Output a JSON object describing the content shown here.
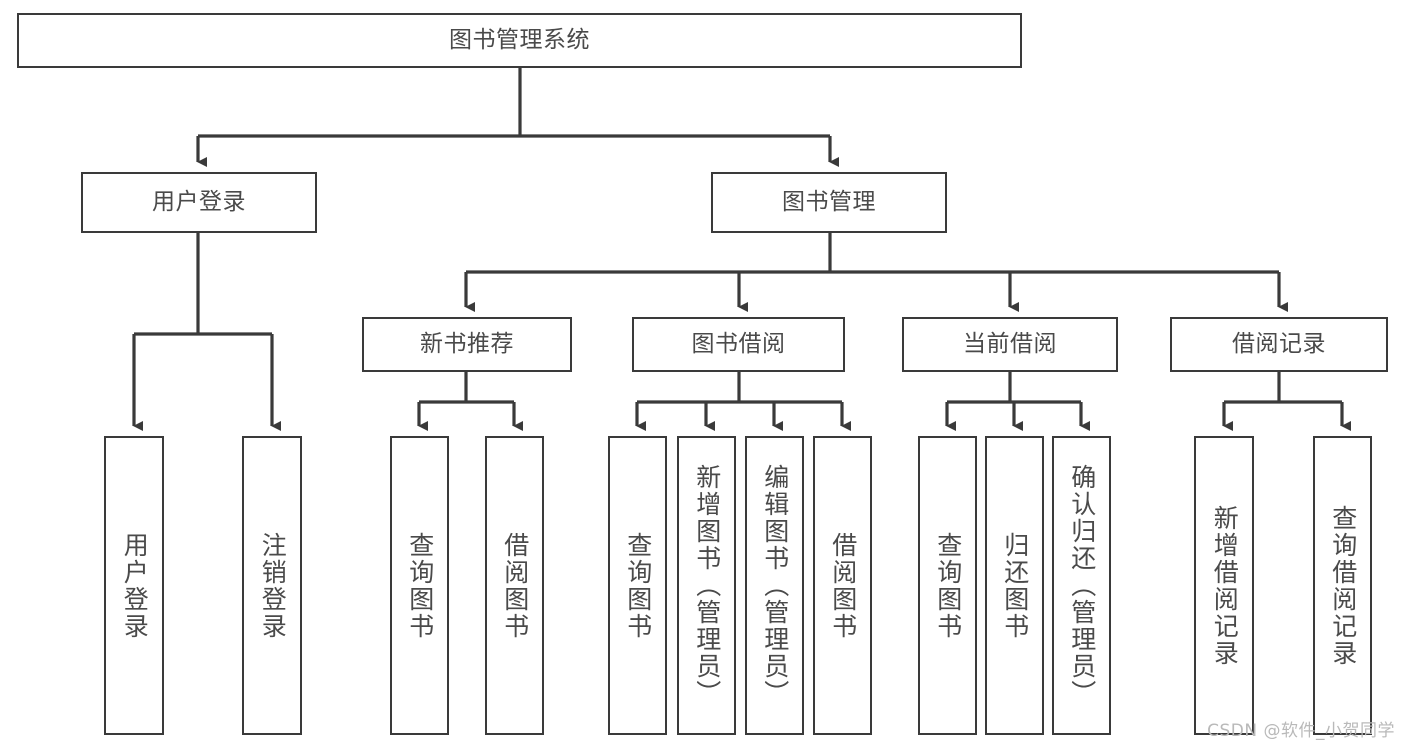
{
  "diagram": {
    "title": "图书管理系统",
    "type": "hierarchy-tree",
    "watermark": "CSDN @软件_小贺同学",
    "colors": {
      "box_border": "#3a3a3a",
      "box_fill": "#ffffff",
      "text": "#4a4a4a",
      "edge": "#3a3a3a",
      "watermark": "#b9b9b9",
      "background": "#ffffff"
    },
    "levels": {
      "root": {
        "label": "图书管理系统"
      },
      "level2": [
        {
          "id": "user-login",
          "label": "用户登录"
        },
        {
          "id": "book-manage",
          "label": "图书管理"
        }
      ],
      "level3": [
        {
          "id": "new-book-recommend",
          "label": "新书推荐",
          "parent": "book-manage"
        },
        {
          "id": "book-borrow",
          "label": "图书借阅",
          "parent": "book-manage"
        },
        {
          "id": "current-borrow",
          "label": "当前借阅",
          "parent": "book-manage"
        },
        {
          "id": "borrow-record",
          "label": "借阅记录",
          "parent": "book-manage"
        }
      ],
      "leaves": [
        {
          "id": "leaf-user-login",
          "label": "用户登录",
          "parent": "user-login"
        },
        {
          "id": "leaf-logout-login",
          "label": "注销登录",
          "parent": "user-login"
        },
        {
          "id": "leaf-query-book-1",
          "label": "查询图书",
          "parent": "new-book-recommend"
        },
        {
          "id": "leaf-borrow-book-1",
          "label": "借阅图书",
          "parent": "new-book-recommend"
        },
        {
          "id": "leaf-query-book-2",
          "label": "查询图书",
          "parent": "book-borrow"
        },
        {
          "id": "leaf-add-book",
          "label": "新增图书（管理员）",
          "parent": "book-borrow"
        },
        {
          "id": "leaf-edit-book",
          "label": "编辑图书（管理员）",
          "parent": "book-borrow"
        },
        {
          "id": "leaf-borrow-book-2",
          "label": "借阅图书",
          "parent": "book-borrow"
        },
        {
          "id": "leaf-query-book-3",
          "label": "查询图书",
          "parent": "current-borrow"
        },
        {
          "id": "leaf-return-book",
          "label": "归还图书",
          "parent": "current-borrow"
        },
        {
          "id": "leaf-confirm-return",
          "label": "确认归还（管理员）",
          "parent": "current-borrow"
        },
        {
          "id": "leaf-add-record",
          "label": "新增借阅记录",
          "parent": "borrow-record"
        },
        {
          "id": "leaf-query-record",
          "label": "查询借阅记录",
          "parent": "borrow-record"
        }
      ]
    }
  }
}
